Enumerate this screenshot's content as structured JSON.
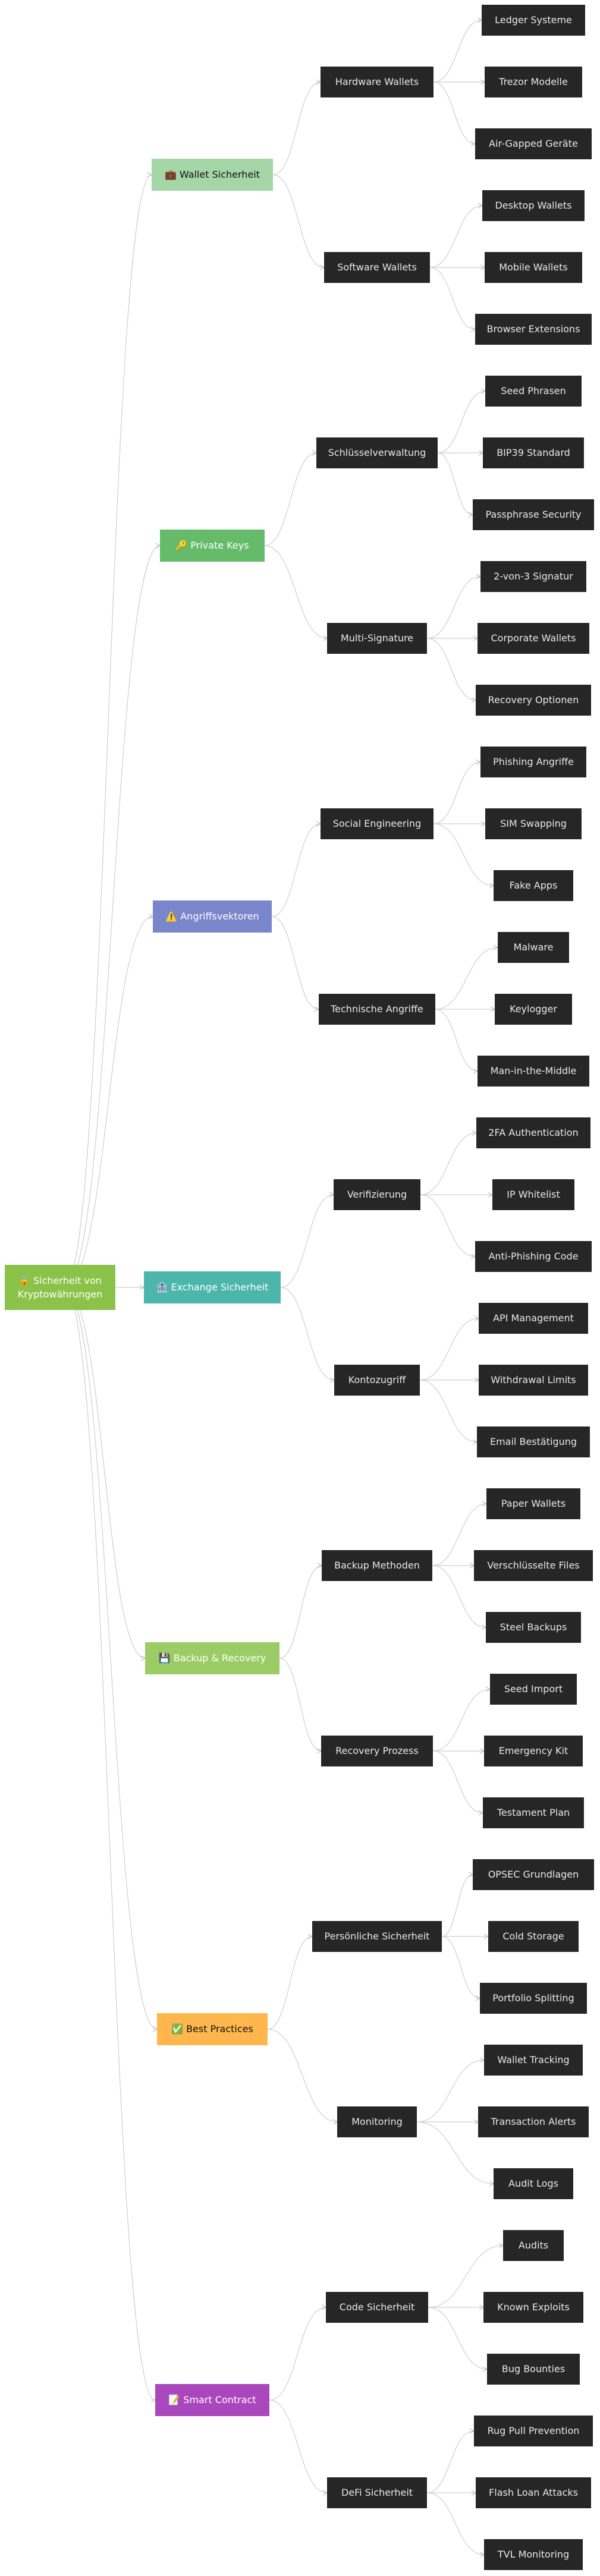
{
  "root": {
    "icon": "🔒",
    "label": "Sicherheit von Kryptowährungen",
    "color": "#8bc34a"
  },
  "categories": [
    {
      "icon": "💼",
      "label": "Wallet Sicherheit",
      "color": "#a5d6a7",
      "dark_text": true,
      "subs": [
        {
          "label": "Hardware Wallets",
          "leaves": [
            "Ledger Systeme",
            "Trezor Modelle",
            "Air-Gapped Geräte"
          ]
        },
        {
          "label": "Software Wallets",
          "leaves": [
            "Desktop Wallets",
            "Mobile Wallets",
            "Browser Extensions"
          ]
        }
      ]
    },
    {
      "icon": "🔑",
      "label": "Private Keys",
      "color": "#66bb6a",
      "dark_text": false,
      "subs": [
        {
          "label": "Schlüsselverwaltung",
          "leaves": [
            "Seed Phrasen",
            "BIP39 Standard",
            "Passphrase Security"
          ]
        },
        {
          "label": "Multi-Signature",
          "leaves": [
            "2-von-3 Signatur",
            "Corporate Wallets",
            "Recovery Optionen"
          ]
        }
      ]
    },
    {
      "icon": "⚠️",
      "label": "Angriffsvektoren",
      "color": "#7986cb",
      "dark_text": false,
      "subs": [
        {
          "label": "Social Engineering",
          "leaves": [
            "Phishing Angriffe",
            "SIM Swapping",
            "Fake Apps"
          ]
        },
        {
          "label": "Technische Angriffe",
          "leaves": [
            "Malware",
            "Keylogger",
            "Man-in-the-Middle"
          ]
        }
      ]
    },
    {
      "icon": "🏦",
      "label": "Exchange Sicherheit",
      "color": "#4db6ac",
      "dark_text": false,
      "subs": [
        {
          "label": "Verifizierung",
          "leaves": [
            "2FA Authentication",
            "IP Whitelist",
            "Anti-Phishing Code"
          ]
        },
        {
          "label": "Kontozugriff",
          "leaves": [
            "API Management",
            "Withdrawal Limits",
            "Email Bestätigung"
          ]
        }
      ]
    },
    {
      "icon": "💾",
      "label": "Backup & Recovery",
      "color": "#9ccc65",
      "dark_text": false,
      "subs": [
        {
          "label": "Backup Methoden",
          "leaves": [
            "Paper Wallets",
            "Verschlüsselte Files",
            "Steel Backups"
          ]
        },
        {
          "label": "Recovery Prozess",
          "leaves": [
            "Seed Import",
            "Emergency Kit",
            "Testament Plan"
          ]
        }
      ]
    },
    {
      "icon": "✅",
      "label": "Best Practices",
      "color": "#ffb74d",
      "dark_text": true,
      "subs": [
        {
          "label": "Persönliche Sicherheit",
          "leaves": [
            "OPSEC Grundlagen",
            "Cold Storage",
            "Portfolio Splitting"
          ]
        },
        {
          "label": "Monitoring",
          "leaves": [
            "Wallet Tracking",
            "Transaction Alerts",
            "Audit Logs"
          ]
        }
      ]
    },
    {
      "icon": "📝",
      "label": "Smart Contract",
      "color": "#ab47bc",
      "dark_text": false,
      "subs": [
        {
          "label": "Code Sicherheit",
          "leaves": [
            "Audits",
            "Known Exploits",
            "Bug Bounties"
          ]
        },
        {
          "label": "DeFi Sicherheit",
          "leaves": [
            "Rug Pull Prevention",
            "Flash Loan Attacks",
            "TVL Monitoring"
          ]
        }
      ]
    }
  ]
}
